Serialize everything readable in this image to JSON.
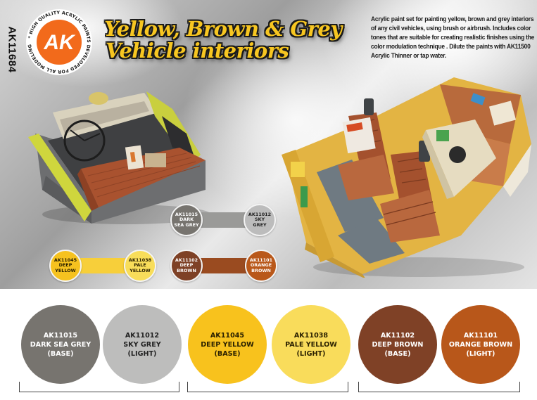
{
  "product": {
    "code": "AK11684",
    "title_line1": "Yellow, Brown & Grey",
    "title_line2": "Vehicle interiors",
    "description": "Acrylic paint set for painting yellow, brown and grey interiors of any civil vehicles, using brush or airbrush. Includes color tones that are suitable for creating realistic finishes using the color modulation technique . Dilute the paints with AK11500 Acrylic Thinner or tap water."
  },
  "logo": {
    "letters": "AK",
    "ring_text": "* HIGH QUALITY ACRYLIC PAINTS DEVELOPED FOR ALL MODELING GENRES",
    "color": "#f26a1b"
  },
  "photos": {
    "left_alt": "Pickup truck cab interior model with yellow door and brown bench seat",
    "right_alt": "Van interior model with brown seats, yellow floor and cardboard boxes"
  },
  "connector_pairs": [
    {
      "id": "grey",
      "base": {
        "label": "AK11015\nDARK\nSEA GREY",
        "color": "#77746f",
        "text_color": "#ffffff"
      },
      "light": {
        "label": "AK11012\nSKY\nGREY",
        "color": "#bcbcbc",
        "text_color": "#1f1f1f"
      },
      "bar_color": "#9a9a98"
    },
    {
      "id": "yellow",
      "base": {
        "label": "AK11045\nDEEP\nYELLOW",
        "color": "#f6c21f",
        "text_color": "#2a2000"
      },
      "light": {
        "label": "AK11038\nPALE\nYELLOW",
        "color": "#f8dd5a",
        "text_color": "#2a2000"
      },
      "bar_color": "#f7cf3a"
    },
    {
      "id": "brown",
      "base": {
        "label": "AK11102\nDEEP\nBROWN",
        "color": "#7e4126",
        "text_color": "#ffffff"
      },
      "light": {
        "label": "AK11101\nORANGE\nBROWN",
        "color": "#b9581a",
        "text_color": "#ffffff"
      },
      "bar_color": "#9a4b20"
    }
  ],
  "swatches": [
    {
      "code": "AK11015",
      "name": "DARK SEA GREY",
      "role": "(BASE)",
      "text": "AK11015\nDARK SEA GREY\n(BASE)",
      "color": "#77746f",
      "text_color": "#ffffff"
    },
    {
      "code": "AK11012",
      "name": "SKY GREY",
      "role": "(LIGHT)",
      "text": "AK11012\nSKY GREY\n(LIGHT)",
      "color": "#bdbdbc",
      "text_color": "#222222"
    },
    {
      "code": "AK11045",
      "name": "DEEP YELLOW",
      "role": "(BASE)",
      "text": "AK11045\nDEEP YELLOW\n(BASE)",
      "color": "#f8c21d",
      "text_color": "#2b2100"
    },
    {
      "code": "AK11038",
      "name": "PALE YELLOW",
      "role": "(LIGHT)",
      "text": "AK11038\nPALE YELLOW\n(LIGHT)",
      "color": "#f9dc5b",
      "text_color": "#2b2100"
    },
    {
      "code": "AK11102",
      "name": "DEEP BROWN",
      "role": "(BASE)",
      "text": "AK11102\nDEEP BROWN\n(BASE)",
      "color": "#7f4126",
      "text_color": "#ffffff"
    },
    {
      "code": "AK11101",
      "name": "ORANGE BROWN",
      "role": "(LIGHT)",
      "text": "AK11101\nORANGE BROWN\n(LIGHT)",
      "color": "#b8571a",
      "text_color": "#ffffff"
    }
  ]
}
